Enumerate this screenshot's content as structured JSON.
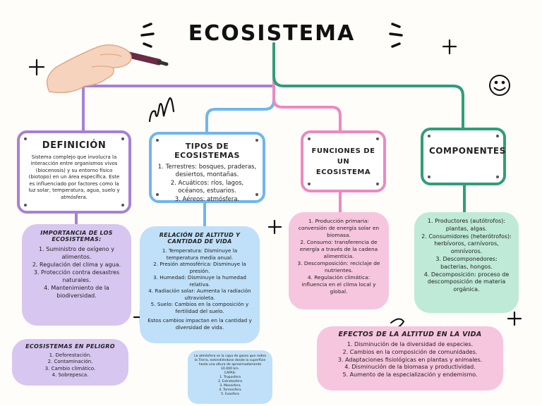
{
  "title": "ECOSISTEMA",
  "colors": {
    "purple": "#a77fd8",
    "blue": "#6fb6ef",
    "pink": "#ec89bf",
    "green": "#2f9e76",
    "purple_fill": "#d7c6ef",
    "blue_fill": "#bfe0f8",
    "pink_fill": "#f6c6de",
    "green_fill": "#bfead8"
  },
  "definicion": {
    "heading": "DEFINICIÓN",
    "text": "Sistema complejo que involucra la interacción entre organismos vivos (biocenosis) y su entorno físico (biotopo) en un área específica. Este es influenciado por factores como la luz solar, temperatura, agua, suelo y atmósfera."
  },
  "tipos": {
    "heading": "TIPOS DE ECOSISTEMAS",
    "items": [
      "1. Terrestres: bosques, praderas, desiertos, montañas.",
      "2. Acuáticos: ríos, lagos, océanos, estuarios.",
      "3. Aéreos: atmósfera."
    ]
  },
  "funciones": {
    "heading": "FUNCIONES DE UN ECOSISTEMA"
  },
  "componentes": {
    "heading": "COMPONENTES"
  },
  "importancia": {
    "heading": "IMPORTANCIA DE LOS ECOSISTEMAS:",
    "items": [
      "1. Suministro de oxígeno y alimentos.",
      "2. Regulación del clima y agua.",
      "3. Protección contra desastres naturales.",
      "4. Mantenimiento de la biodiversidad."
    ]
  },
  "peligro": {
    "heading": "ECOSISTEMAS EN PELIGRO",
    "items": [
      "1. Deforestación.",
      "2. Contaminación.",
      "3. Cambio climático.",
      "4. Sobrepesca."
    ]
  },
  "relacion": {
    "heading": "RELACIÓN DE ALTITUD Y CANTIDAD DE VIDA",
    "items": [
      "1. Temperatura: Disminuye la temperatura media anual.",
      "2. Presión atmosférica: Disminuye la presión.",
      "3. Humedad: Disminuye la humedad relativa.",
      "4. Radiación solar: Aumenta la radiación ultravioleta.",
      "5. Suelo: Cambios en la composición y fertilidad del suelo.",
      "Estos cambios impactan en la cantidad y diversidad de vida."
    ]
  },
  "atmosfera": {
    "items": [
      "La atmósfera es la capa de gases que rodea la Tierra, extendiéndose desde la superficie hasta una altura de aproximadamente 10.000 km.",
      "CAPAS:",
      "1. Troposfera",
      "2. Estratosfera",
      "3. Mesosfera",
      "4. Termosfera",
      "5. Exosfera"
    ]
  },
  "funciones_lista": {
    "items": [
      "1. Producción primaria: conversión de energía solar en biomasa.",
      "2. Consumo: transferencia de energía a través de la cadena alimenticia.",
      "3. Descomposición: reciclaje de nutrientes.",
      "4. Regulación climática: influencia en el clima local y global."
    ]
  },
  "componentes_lista": {
    "items": [
      "1. Productores (autótrofos): plantas, algas.",
      "2. Consumidores (heterótrofos): herbívoros, carnívoros, omnívoros.",
      "3. Descomponedores: bacterias, hongos.",
      "4. Decomposición: proceso de descomposición de materia orgánica."
    ]
  },
  "efectos": {
    "heading": "EFECTOS DE LA ALTITUD EN LA VIDA",
    "items": [
      "1. Disminución de la diversidad de especies.",
      "2. Cambios en la composición de comunidades.",
      "3. Adaptaciones fisiológicas en plantas y animales.",
      "4. Disminución de la biomasa y productividad.",
      "5. Aumento de la especialización y endemismo."
    ]
  },
  "decorations": [
    "hand-with-pencil",
    "smiley-face",
    "plus-signs",
    "sparkle-lines",
    "scribble"
  ]
}
